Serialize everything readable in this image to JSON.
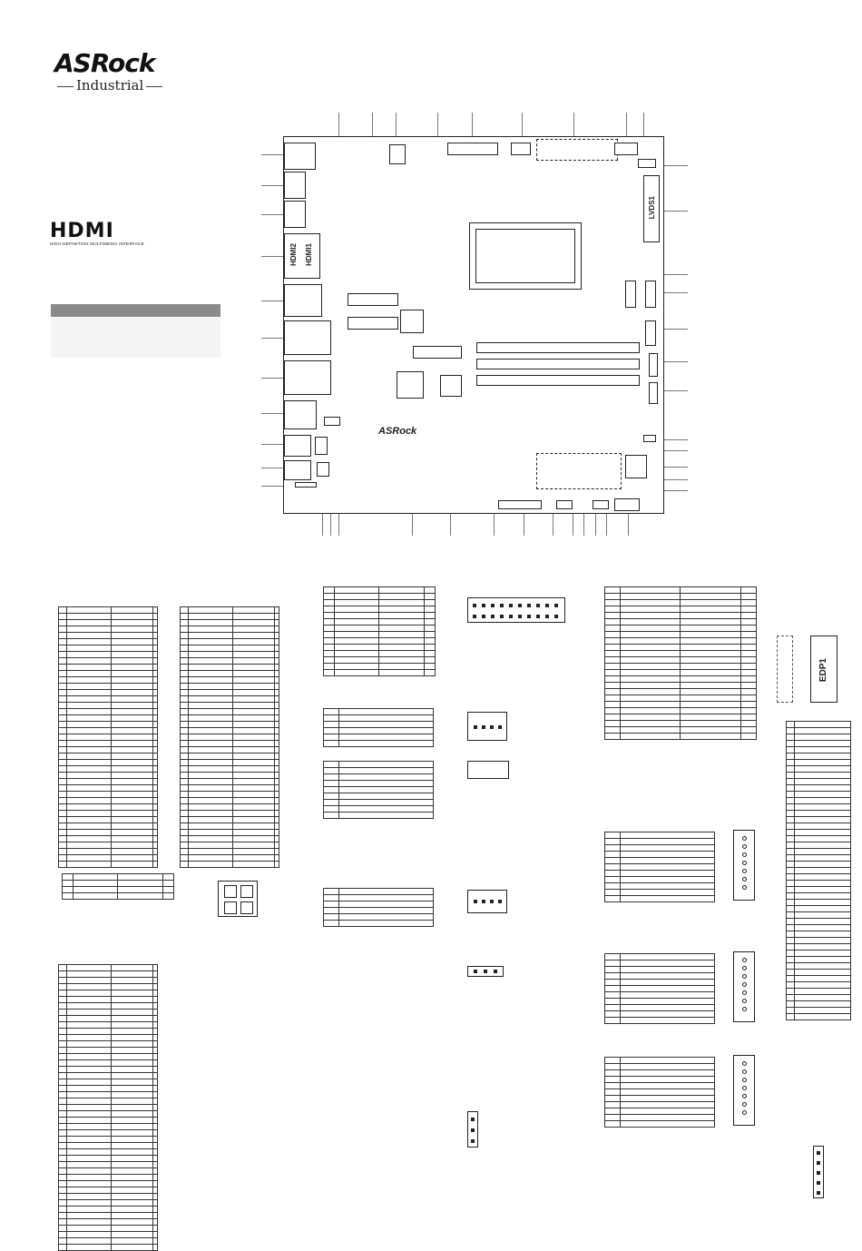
{
  "brand": {
    "name": "ASRock",
    "sub": "Industrial"
  },
  "hdmi_logo": {
    "text": "HDMI",
    "tagline": "HIGH-DEFINITION MULTIMEDIA INTERFACE"
  },
  "board": {
    "labels": {
      "hdmi2": "HDMI2",
      "hdmi1": "HDMI1",
      "lvds": "LVDS1",
      "logo": "ASRock",
      "edp": "EDP1"
    }
  },
  "colors": {
    "line": "#222222",
    "grid": "#333333",
    "header_bar": "#8a8a8a",
    "panel": "#f4f4f4"
  }
}
